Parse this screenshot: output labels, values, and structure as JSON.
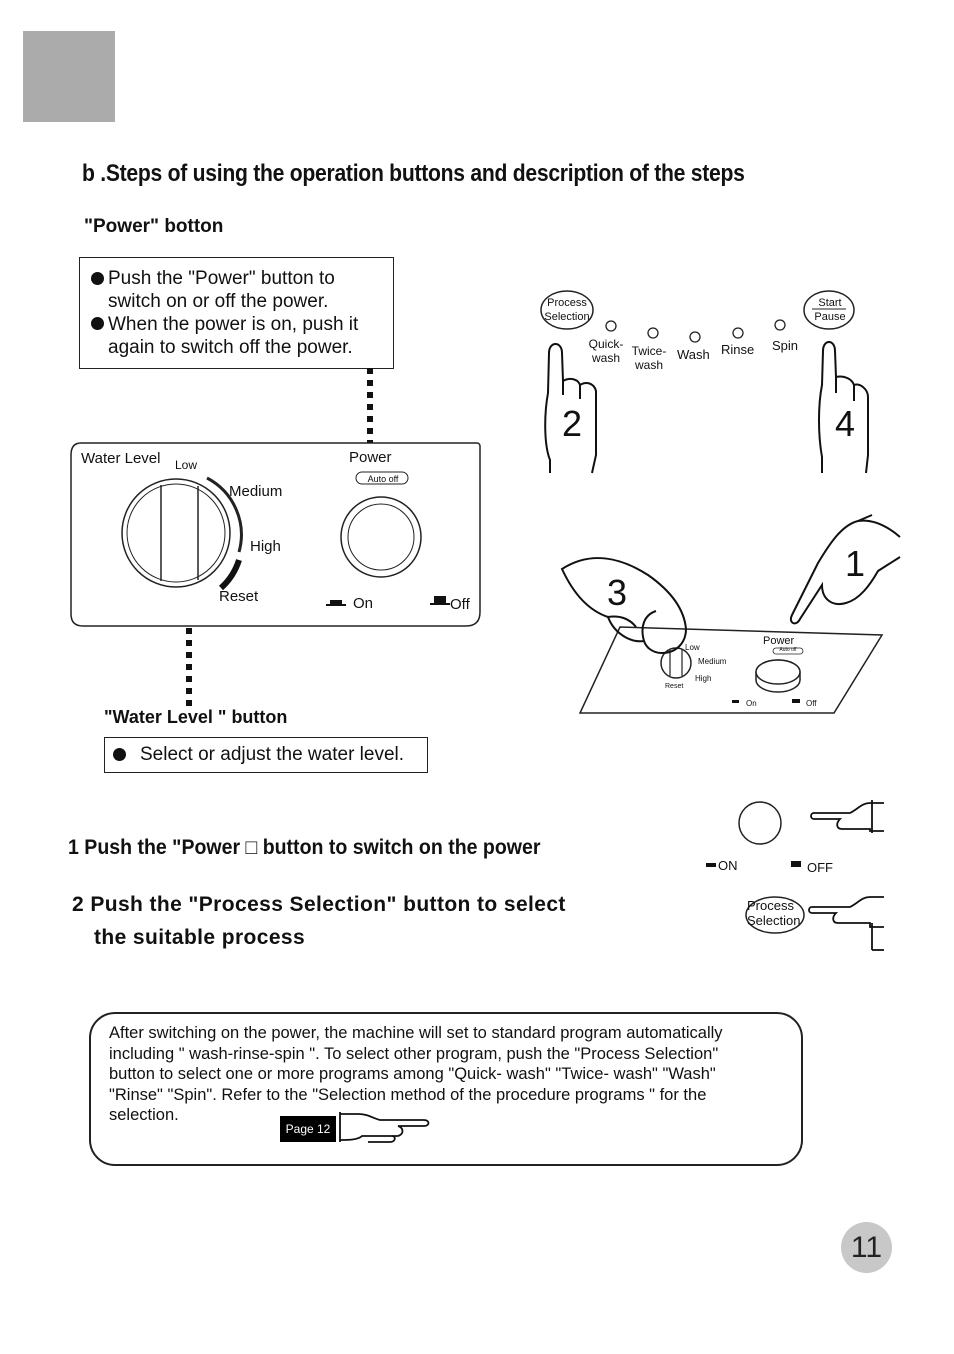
{
  "heading": "b .Steps of using the operation buttons and description of the steps",
  "power_section": {
    "title": "\"Power\" botton",
    "bullets": [
      [
        "Push the \"Power\" button to",
        "switch on or off the power."
      ],
      [
        "When the power is on, push it",
        "again to switch off the power."
      ]
    ]
  },
  "panel": {
    "water_level": "Water Level",
    "low": "Low",
    "medium": "Medium",
    "high": "High",
    "reset": "Reset",
    "power": "Power",
    "auto_off": "Auto off",
    "on": "On",
    "off": "Off"
  },
  "water_section": {
    "title": "\"Water Level \" button",
    "bullet": "Select or adjust the water level."
  },
  "program_panel": {
    "process_selection": [
      "Process",
      "Selection"
    ],
    "quick_wash": [
      "Quick-",
      "wash"
    ],
    "twice_wash": [
      "Twice-",
      "wash"
    ],
    "wash": "Wash",
    "rinse": "Rinse",
    "spin": "Spin",
    "start_pause": [
      "Start",
      "Pause"
    ],
    "num2": "2",
    "num4": "4"
  },
  "illustration": {
    "num1": "1",
    "num3": "3",
    "low": "Low",
    "medium": "Medium",
    "high": "High",
    "reset": "Reset",
    "power": "Power",
    "auto_off": "Auto off",
    "on": "On",
    "off": "Off"
  },
  "steps": {
    "step1": "1 Push the \"Power □ button to switch on the power",
    "step2_line1": "2 Push the \"Process Selection\" button to select",
    "step2_line2": "the suitable process"
  },
  "step_icons": {
    "on": "ON",
    "off": "OFF",
    "process_selection": [
      "Process",
      "Selection"
    ]
  },
  "note": {
    "lines": [
      "After switching on the power, the machine will set to standard program automatically",
      "including \" wash-rinse-spin \".  To select other program, push the \"Process  Selection\"",
      "button to select one or more programs  among \"Quick- wash\" \"Twice- wash\" \"Wash\"",
      "\"Rinse\" \"Spin\". Refer  to  the  \"Selection method of the procedure programs \"  for the",
      "selection."
    ],
    "page_ref": "Page 12"
  },
  "page_number": "11",
  "icons": [
    "hand-pointer-icon",
    "bullet-dot-icon"
  ]
}
